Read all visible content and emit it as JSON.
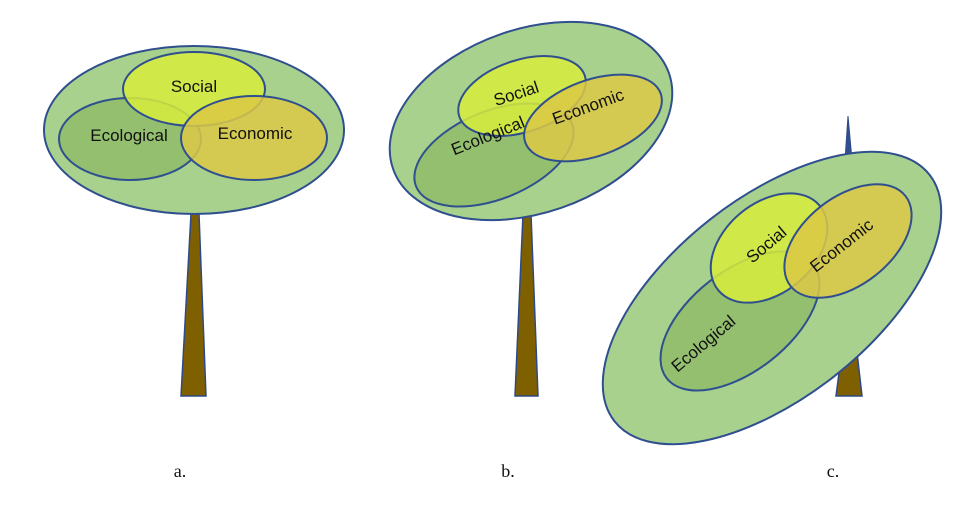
{
  "diagrams": [
    {
      "caption": "a.",
      "labels": {
        "social": "Social",
        "ecological": "Ecological",
        "economic": "Economic"
      }
    },
    {
      "caption": "b.",
      "labels": {
        "social": "Social",
        "ecological": "Ecological",
        "economic": "Economic"
      }
    },
    {
      "caption": "c.",
      "labels": {
        "social": "Social",
        "ecological": "Ecological",
        "economic": "Economic"
      }
    }
  ],
  "colors": {
    "canopy": "#a9d18e",
    "ecological": "#8fbc6a",
    "social": "#d7ec3c",
    "economic": "#dcc846",
    "outline": "#2f4f8f",
    "trunk": "#7f6000",
    "trunk_outline": "#2e4a86"
  }
}
